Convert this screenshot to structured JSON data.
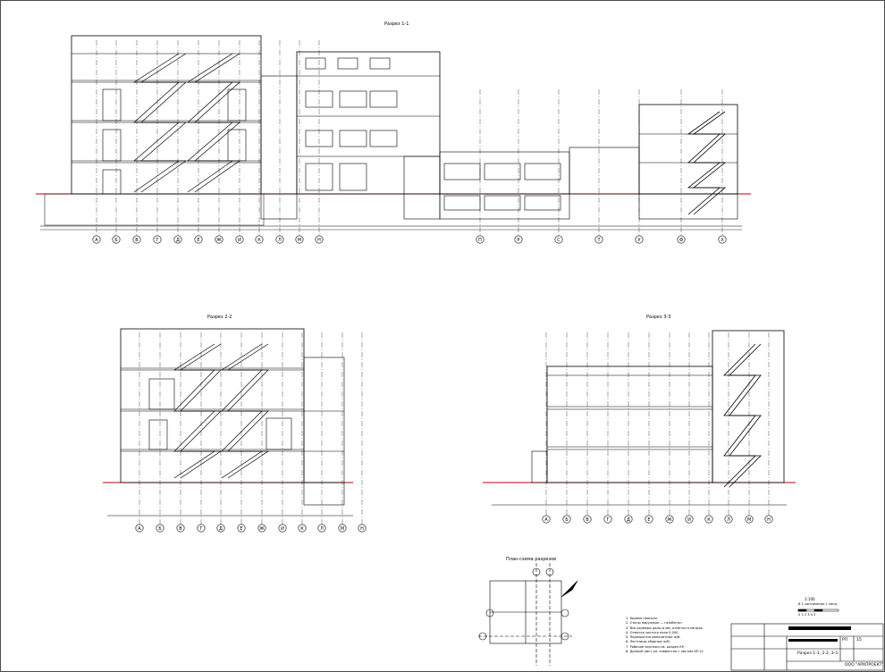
{
  "section_titles": {
    "s1": "Разрез 1-1",
    "s2": "Разрез 2-2",
    "s3": "Разрез 3-3",
    "keyplan": "План-схема разрезов"
  },
  "axes": {
    "s1_top": [
      "А",
      "Б",
      "В",
      "Г",
      "Д",
      "Е",
      "Ж",
      "И",
      "К",
      "Л",
      "М",
      "Н"
    ],
    "s1_right": [
      "П",
      "Р",
      "С",
      "Т",
      "У",
      "Ф",
      "Х"
    ],
    "s2": [
      "А",
      "Б",
      "В",
      "Г",
      "Д",
      "Е",
      "Ж",
      "И",
      "К",
      "Л",
      "М",
      "Н"
    ],
    "s3": [
      "А",
      "Б",
      "В",
      "Г",
      "Д",
      "Е",
      "Ж",
      "И",
      "К",
      "Л",
      "М",
      "Н"
    ]
  },
  "scale": {
    "ratio": "1:100",
    "note": "В 1 сантиметре 1 метр",
    "ticks": "0  1  2  3  4  5"
  },
  "notes": [
    "1.  Кровля плоская.",
    "2.  Стены наружные — газобетон.",
    "3.  Все размеры даны в мм, отметки в метрах.",
    "4.  Отметка чистого пола 0,000.",
    "5.  Перекрытия монолитные ж/б.",
    "6.  Лестницы сборные ж/б.",
    "7.  Рабочие чертежи см. раздел КР.",
    "8.  Данный лист см. совместно с листом АР-12"
  ],
  "title_block": {
    "sheet_name": "Разрез 1-1, 2-2, 3-3",
    "stage": "РП",
    "sheet_no": "15",
    "company": "ООО \"АРХПРОЕКТ\""
  }
}
